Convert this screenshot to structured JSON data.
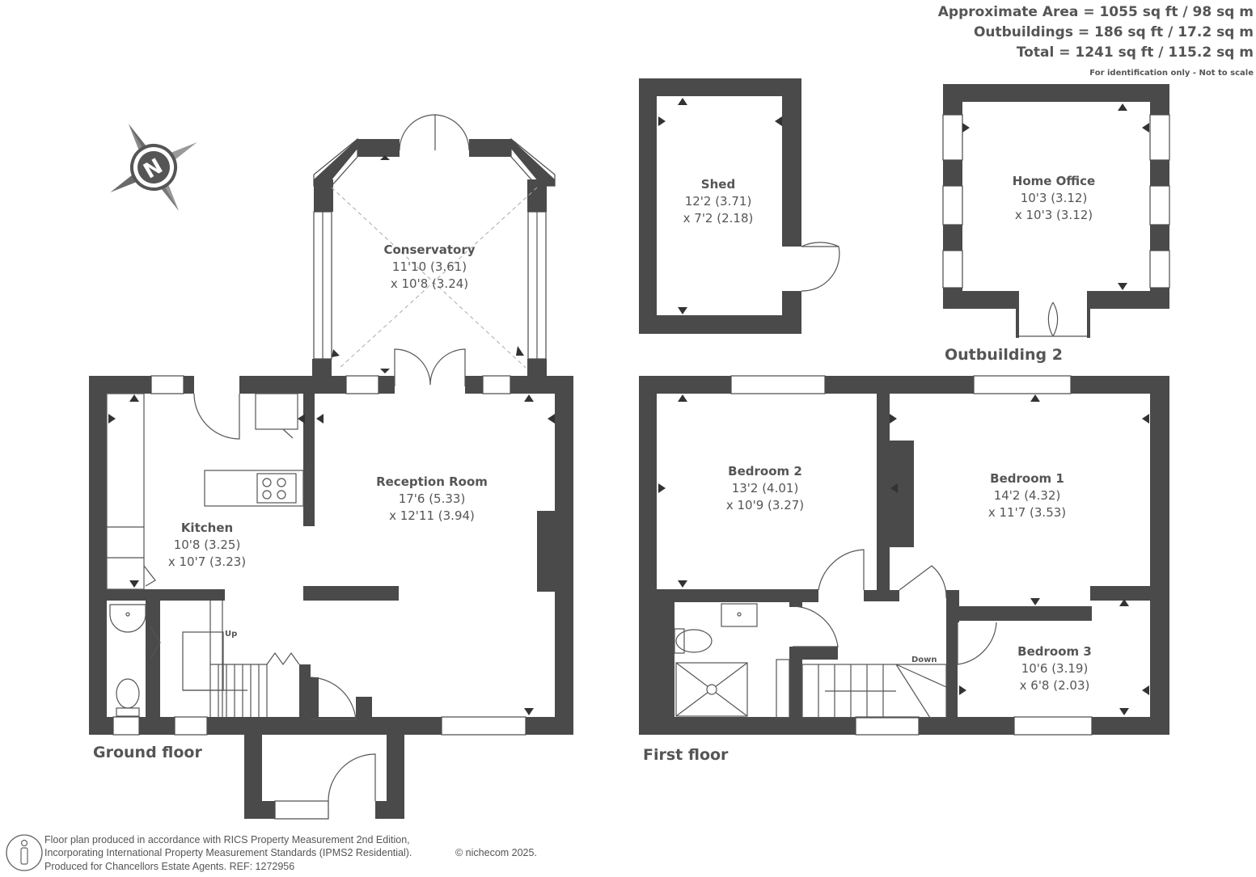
{
  "area_summary": {
    "approximate_area": "Approximate Area = 1055 sq ft / 98 sq m",
    "outbuildings": "Outbuildings = 186 sq ft / 17.2 sq m",
    "total": "Total = 1241 sq ft / 115.2 sq m",
    "note": "For identification only - Not to scale"
  },
  "floors": {
    "ground": "Ground floor",
    "first": "First floor",
    "outbuilding2": "Outbuilding 2"
  },
  "rooms": {
    "conservatory": {
      "name": "Conservatory",
      "dim1": "11'10 (3.61)",
      "dim2": "x 10'8 (3.24)"
    },
    "reception": {
      "name": "Reception Room",
      "dim1": "17'6 (5.33)",
      "dim2": "x 12'11 (3.94)"
    },
    "kitchen": {
      "name": "Kitchen",
      "dim1": "10'8 (3.25)",
      "dim2": "x 10'7 (3.23)"
    },
    "shed": {
      "name": "Shed",
      "dim1": "12'2 (3.71)",
      "dim2": "x 7'2 (2.18)"
    },
    "home_office": {
      "name": "Home Office",
      "dim1": "10'3 (3.12)",
      "dim2": "x 10'3 (3.12)"
    },
    "bedroom2": {
      "name": "Bedroom 2",
      "dim1": "13'2 (4.01)",
      "dim2": "x 10'9 (3.27)"
    },
    "bedroom1": {
      "name": "Bedroom 1",
      "dim1": "14'2 (4.32)",
      "dim2": "x 11'7 (3.53)"
    },
    "bedroom3": {
      "name": "Bedroom 3",
      "dim1": "10'6 (3.19)",
      "dim2": "x 6'8 (2.03)"
    }
  },
  "stairs": {
    "up": "Up",
    "down": "Down"
  },
  "compass": {
    "letter": "N"
  },
  "footer": {
    "line1": "Floor plan produced in accordance with RICS Property Measurement 2nd Edition,",
    "line2": "Incorporating International Property Measurement Standards (IPMS2 Residential).",
    "copyright": "© nichecom 2025.",
    "line3": "Produced for Chancellors Estate Agents.   REF:  1272956"
  },
  "colors": {
    "wall": "#4a4a4a",
    "text": "#555555",
    "background": "#ffffff"
  }
}
